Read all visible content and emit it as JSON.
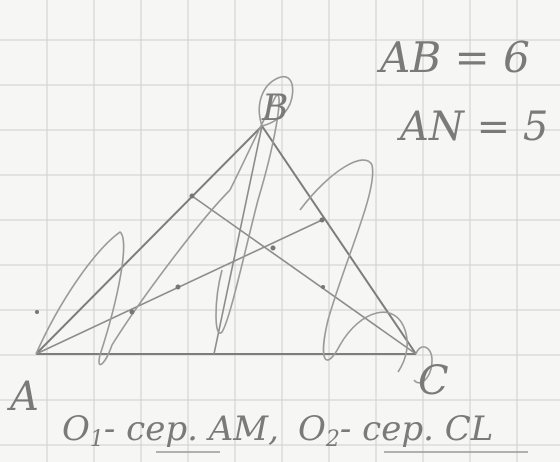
{
  "given": {
    "ab": "AB = 6",
    "an": "AN = 5"
  },
  "vertices": {
    "a": "A",
    "b": "B",
    "c": "C"
  },
  "note": {
    "o1": "O",
    "o1_sub": "1",
    "o1_text": "- cep. AM,",
    "o2": "O",
    "o2_sub": "2",
    "o2_text": "- cep. CL"
  },
  "colors": {
    "grid": "#c9c9c9",
    "ink": "#8a8a8a",
    "paper": "#f6f6f4"
  }
}
